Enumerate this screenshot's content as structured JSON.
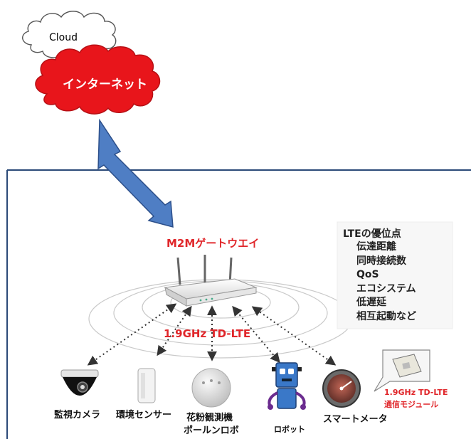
{
  "cloud_small_label": "Cloud",
  "cloud_internet_label": "インターネット",
  "gateway_label": "M2Mゲートウエイ",
  "network_label": "1.9GHz TD-LTE",
  "advantages": {
    "title": "LTEの優位点",
    "items": [
      "伝達距離",
      "同時接続数",
      "QoS",
      "エコシステム",
      "低遅延",
      "相互起動など"
    ]
  },
  "devices": {
    "camera": "監視カメラ",
    "sensor": "環境センサー",
    "pollen_line1": "花粉観測機",
    "pollen_line2": "ポールンロボ",
    "robot": "ロボット",
    "meter": "スマートメータ",
    "module_line1": "1.9GHz TD-LTE",
    "module_line2": "通信モジュール"
  },
  "colors": {
    "internet_cloud": "#e8151b",
    "arrow_fill": "#4f7ec4",
    "arrow_stroke": "#2c4f8a",
    "frame": "#2b4a78",
    "red_text": "#e0262a",
    "robot_blue": "#3a78c8"
  }
}
